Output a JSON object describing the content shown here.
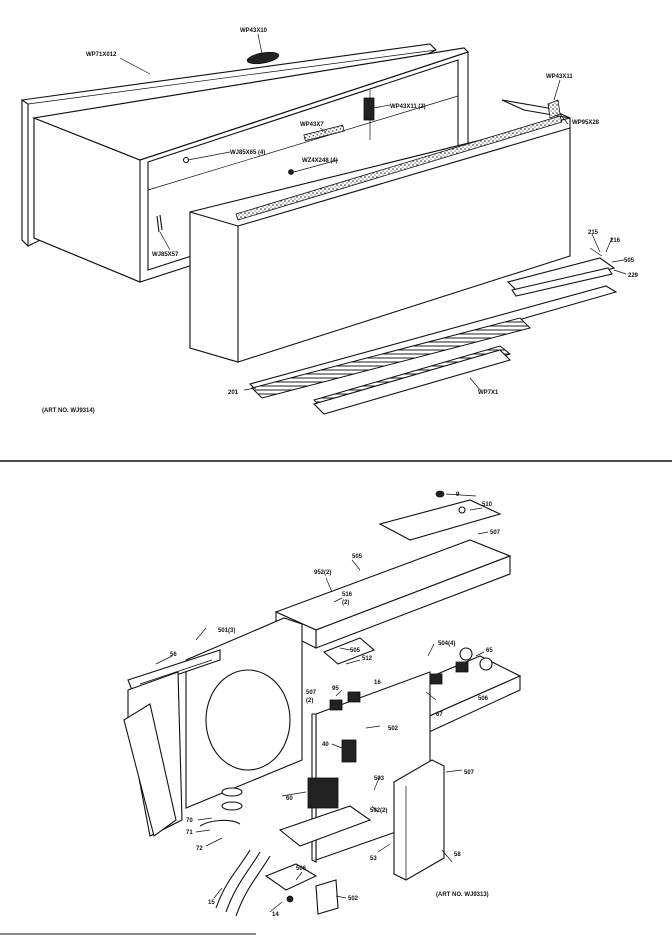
{
  "top_assembly": {
    "labels": {
      "part_wp71x012": "WP71X012",
      "part_wp43x10": "WP43X10",
      "part_wp43x11": "WP43X11",
      "part_wp43x11_qty": "WP43X11 (2)",
      "part_wp43x7": "WP43X7",
      "part_wj85x65": "WJ85X65 (4)",
      "part_wz4x248": "WZ4X248 (4)",
      "part_wj85x57": "WJ85X57",
      "part_wp95x28": "WP95X28",
      "part_215": "215",
      "part_216": "216",
      "part_505": "505",
      "part_229": "229",
      "part_201": "201",
      "part_wp7x1": "WP7X1",
      "art_no": "(ART NO. WJ9314)"
    }
  },
  "bottom_assembly": {
    "labels": {
      "part_9": "9",
      "part_510": "510",
      "part_507a": "507",
      "part_505": "505",
      "part_952": "952(2)",
      "part_516": "516",
      "part_516_qty": "(2)",
      "part_56": "56",
      "part_501": "501(3)",
      "part_505b": "505",
      "part_512": "512",
      "part_504": "504(4)",
      "part_65": "65",
      "part_507b": "507",
      "part_507b_qty": "(2)",
      "part_95": "95",
      "part_16": "16",
      "part_67": "67",
      "part_40": "40",
      "part_60": "60",
      "part_70": "70",
      "part_71": "71",
      "part_72": "72",
      "part_14": "14",
      "part_15": "15",
      "part_502a": "502",
      "part_502b": "502",
      "part_503": "503",
      "part_507c": "507",
      "part_58": "58",
      "part_53": "53",
      "part_592": "592(2)",
      "part_506": "506",
      "part_506b": "506",
      "art_no": "(ART NO. WJ9313)"
    }
  }
}
